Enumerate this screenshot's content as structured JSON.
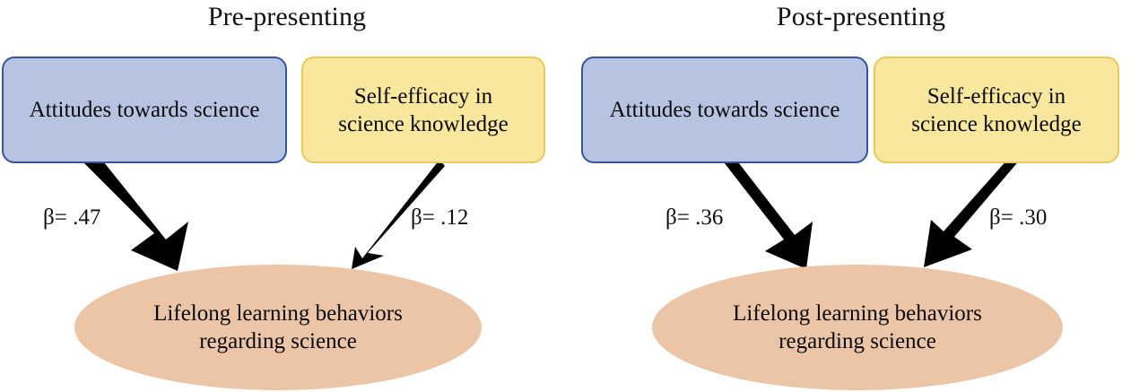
{
  "figure": {
    "type": "path-diagram",
    "background_color": "#ffffff",
    "panels": [
      {
        "id": "pre",
        "title": "Pre-presenting",
        "nodes": [
          {
            "id": "attitudes",
            "label": "Attitudes towards science",
            "shape": "rounded-rectangle",
            "fill_color": "#b6c4e2",
            "border_color": "#39549a"
          },
          {
            "id": "efficacy",
            "label": "Self-efficacy in\nscience knowledge",
            "label_line1": "Self-efficacy in",
            "label_line2": "science knowledge",
            "shape": "rounded-rectangle",
            "fill_color": "#f8e79c",
            "border_color": "#e7c95c"
          },
          {
            "id": "outcome",
            "label": "Lifelong learning behaviors\nregarding science",
            "label_line1": "Lifelong learning behaviors",
            "label_line2": "regarding science",
            "shape": "ellipse",
            "fill_color": "#ebc5a5",
            "border_color": "none"
          }
        ],
        "paths": [
          {
            "id": "attitudes-to-outcome",
            "from": "attitudes",
            "to": "outcome",
            "label": "β= .47",
            "coefficient": 0.47,
            "stroke_weight": "thick",
            "color": "#000000"
          },
          {
            "id": "efficacy-to-outcome",
            "from": "efficacy",
            "to": "outcome",
            "label": "β= .12",
            "coefficient": 0.12,
            "stroke_weight": "thin",
            "color": "#000000"
          }
        ]
      },
      {
        "id": "post",
        "title": "Post-presenting",
        "nodes": [
          {
            "id": "attitudes",
            "label": "Attitudes towards science",
            "shape": "rounded-rectangle",
            "fill_color": "#b6c4e2",
            "border_color": "#39549a"
          },
          {
            "id": "efficacy",
            "label": "Self-efficacy in\nscience knowledge",
            "label_line1": "Self-efficacy in",
            "label_line2": "science knowledge",
            "shape": "rounded-rectangle",
            "fill_color": "#f8e79c",
            "border_color": "#e7c95c"
          },
          {
            "id": "outcome",
            "label": "Lifelong learning behaviors\nregarding science",
            "label_line1": "Lifelong learning behaviors",
            "label_line2": "regarding science",
            "shape": "ellipse",
            "fill_color": "#ebc5a5",
            "border_color": "none"
          }
        ],
        "paths": [
          {
            "id": "attitudes-to-outcome",
            "from": "attitudes",
            "to": "outcome",
            "label": "β= .36",
            "coefficient": 0.36,
            "stroke_weight": "medium",
            "color": "#000000"
          },
          {
            "id": "efficacy-to-outcome",
            "from": "efficacy",
            "to": "outcome",
            "label": "β= .30",
            "coefficient": 0.3,
            "stroke_weight": "medium",
            "color": "#000000"
          }
        ]
      }
    ]
  }
}
